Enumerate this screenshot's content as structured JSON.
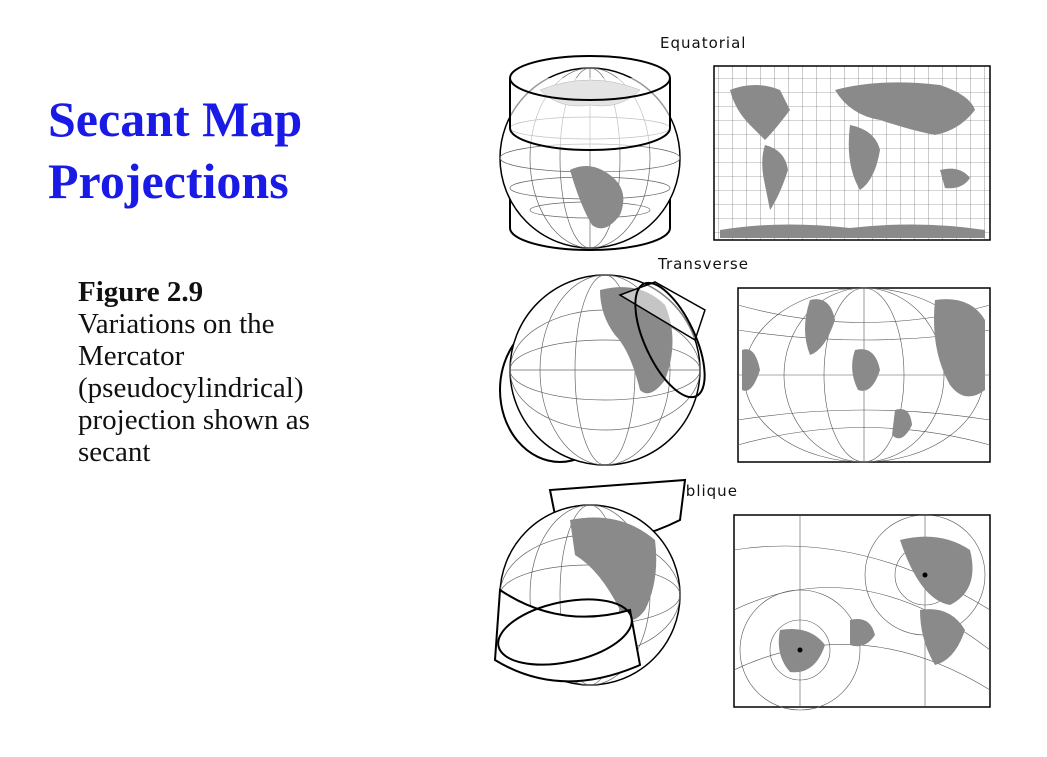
{
  "title": {
    "line1": "Secant Map",
    "line2": "Projections"
  },
  "caption": {
    "figure": "Figure 2.9",
    "lines": [
      "Variations on the",
      "Mercator",
      "(pseudocylindrical)",
      "projection shown as",
      "secant"
    ]
  },
  "panels": [
    {
      "label": "Equatorial"
    },
    {
      "label": "Transverse"
    },
    {
      "label": "Oblique"
    }
  ],
  "colors": {
    "title": "#1a1ae6",
    "land": "#8a8a8a",
    "grid": "#555555"
  }
}
